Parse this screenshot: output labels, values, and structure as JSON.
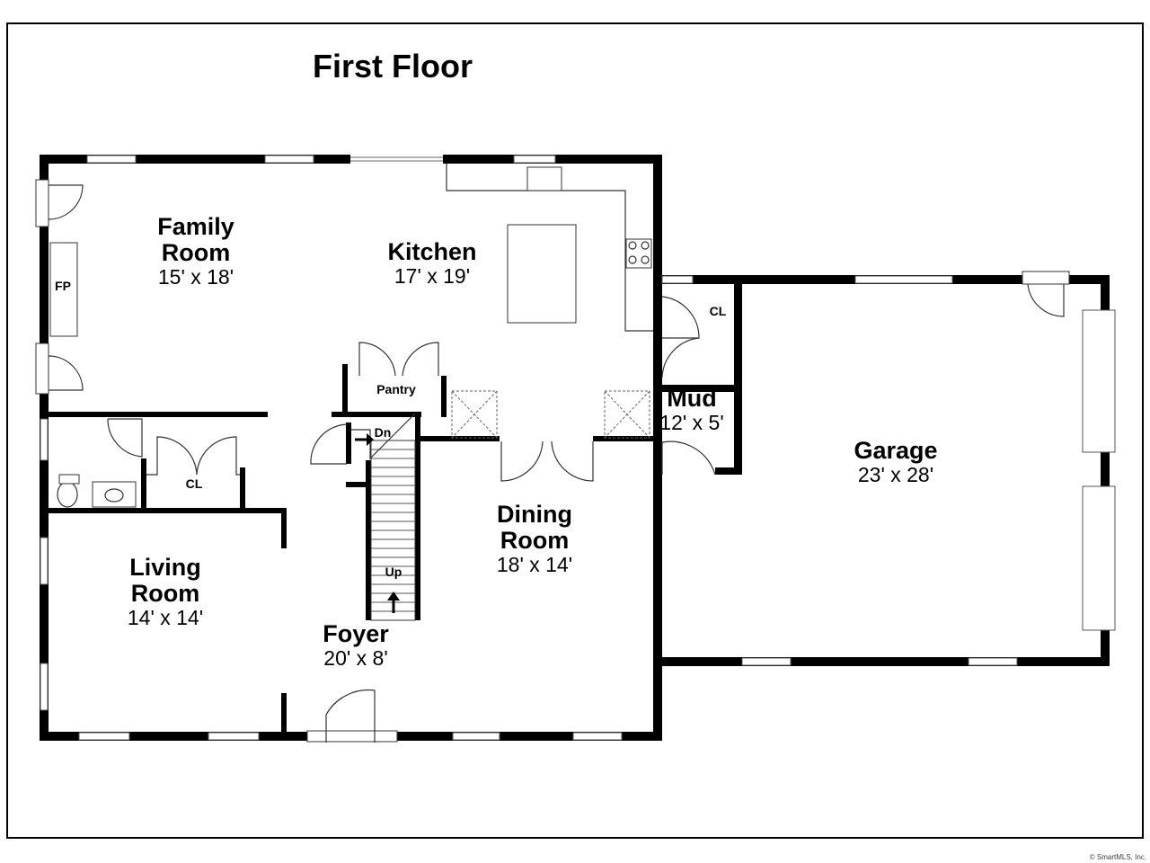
{
  "title": "First Floor",
  "rooms": {
    "family_room": {
      "name_line1": "Family",
      "name_line2": "Room",
      "dims": "15' x 18'"
    },
    "kitchen": {
      "name": "Kitchen",
      "dims": "17' x 19'"
    },
    "living_room": {
      "name_line1": "Living",
      "name_line2": "Room",
      "dims": "14' x 14'"
    },
    "dining_room": {
      "name_line1": "Dining",
      "name_line2": "Room",
      "dims": "18' x 14'"
    },
    "foyer": {
      "name": "Foyer",
      "dims": "20' x 8'"
    },
    "mud": {
      "name": "Mud",
      "dims": "12' x 5'"
    },
    "garage": {
      "name": "Garage",
      "dims": "23' x 28'"
    }
  },
  "labels": {
    "fireplace": "FP",
    "pantry": "Pantry",
    "closet_mud": "CL",
    "closet_hall": "CL",
    "stairs_down": "Dn",
    "stairs_up": "Up"
  },
  "credit": "© SmartMLS, Inc."
}
